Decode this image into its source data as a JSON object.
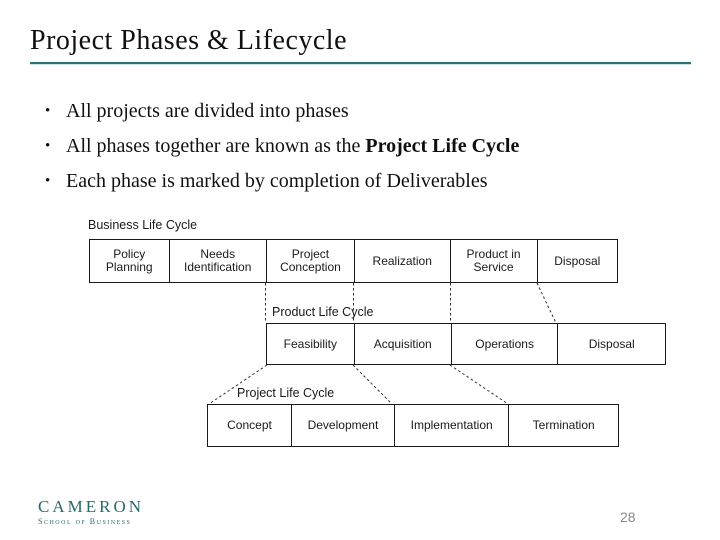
{
  "slide": {
    "title": "Project Phases & Lifecycle",
    "page_number": "28"
  },
  "bullets": [
    {
      "text": "All projects are divided into phases"
    },
    {
      "prefix": "All phases together are known as the ",
      "bold": "Project Life Cycle"
    },
    {
      "text": "Each phase is marked by completion of Deliverables"
    }
  ],
  "diagram": {
    "rows": [
      {
        "label": "Business Life Cycle",
        "cells": [
          "Policy Planning",
          "Needs Identification",
          "Project Conception",
          "Realization",
          "Product in Service",
          "Disposal"
        ]
      },
      {
        "label": "Product Life Cycle",
        "cells": [
          "Feasibility",
          "Acquisition",
          "Operations",
          "Disposal"
        ]
      },
      {
        "label": "Project Life Cycle",
        "cells": [
          "Concept",
          "Development",
          "Implementation",
          "Termination"
        ]
      }
    ]
  },
  "footer": {
    "logo_line1": "CAMERON",
    "logo_line2": "School of Business"
  },
  "colors": {
    "accent_rule": "#2e7373",
    "logo_teal": "#266a6a",
    "page_number_gray": "#8a8a8a"
  }
}
